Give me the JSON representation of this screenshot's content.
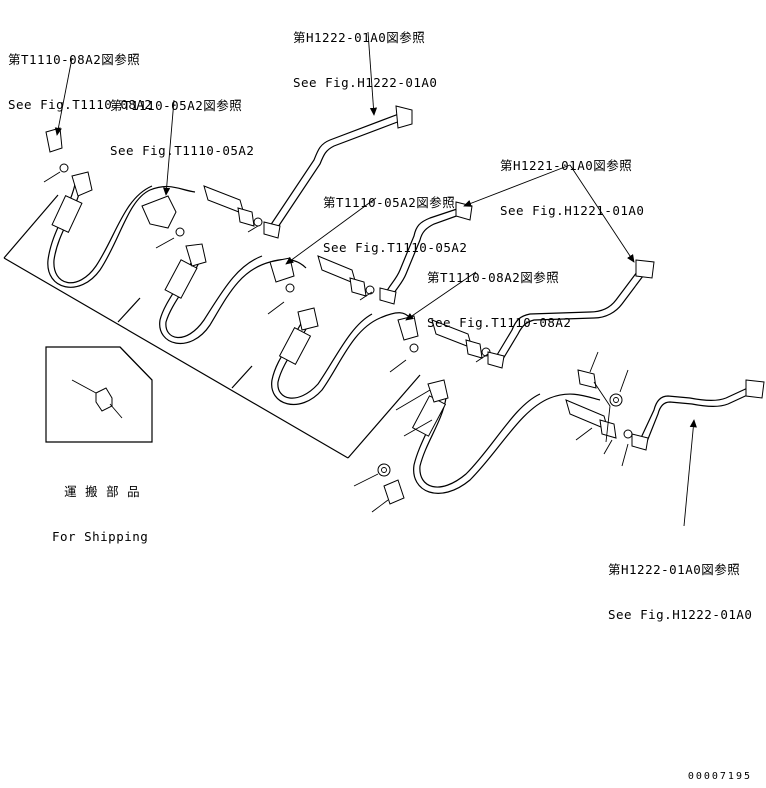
{
  "callouts": {
    "c1": {
      "jp": "第T1110-08A2図参照",
      "en": "See Fig.T1110-08A2"
    },
    "c2": {
      "jp": "第T1110-05A2図参照",
      "en": "See Fig.T1110-05A2"
    },
    "c3": {
      "jp": "第H1222-01A0図参照",
      "en": "See Fig.H1222-01A0"
    },
    "c4": {
      "jp": "第H1221-01A0図参照",
      "en": "See Fig.H1221-01A0"
    },
    "c5": {
      "jp": "第T1110-05A2図参照",
      "en": "See Fig.T1110-05A2"
    },
    "c6": {
      "jp": "第T1110-08A2図参照",
      "en": "See Fig.T1110-08A2"
    },
    "c7": {
      "jp": "第H1222-01A0図参照",
      "en": "See Fig.H1222-01A0"
    }
  },
  "shipping": {
    "jp": "運 搬 部 品",
    "en": "For Shipping"
  },
  "drawing_code": "00007195"
}
